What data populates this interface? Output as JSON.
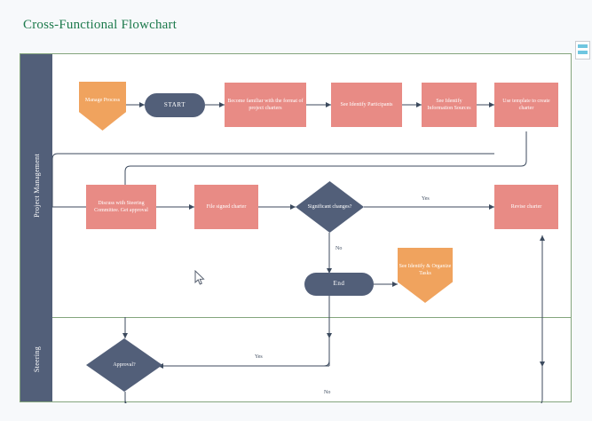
{
  "page": {
    "title": "Cross-Functional Flowchart",
    "title_color": "#1d7a4c",
    "background": "#f7f9fb"
  },
  "widget": {
    "name": "panel-icon",
    "bars": 2,
    "bar_color": "#6fc6e0"
  },
  "palette": {
    "process": "#e88b85",
    "terminator": "#525f79",
    "decision": "#525f79",
    "offpage": "#f0a35e",
    "lane_header": "#525f79",
    "lane_border": "#84a57d",
    "connector": "#3c4a5e",
    "canvas": "#ffffff"
  },
  "lanes": [
    {
      "label": "Project Management"
    },
    {
      "label": "Steering"
    }
  ],
  "chart_data": {
    "type": "diagram",
    "title": "Cross-Functional Flowchart",
    "nodes": [
      {
        "id": "manage-process",
        "label": "Manage Process",
        "shape": "offpage",
        "lane": "Project Management"
      },
      {
        "id": "start",
        "label": "START",
        "shape": "terminator",
        "lane": "Project Management"
      },
      {
        "id": "become-familiar",
        "label": "Become familiar with the format of project charters",
        "shape": "process",
        "lane": "Project Management"
      },
      {
        "id": "see-identify-participants",
        "label": "See Identify Participants",
        "shape": "process",
        "lane": "Project Management"
      },
      {
        "id": "see-identify-information-sources",
        "label": "See Identify Information Sources",
        "shape": "process",
        "lane": "Project Management"
      },
      {
        "id": "use-template",
        "label": "Use template to create charter",
        "shape": "process",
        "lane": "Project Management"
      },
      {
        "id": "discuss-steering",
        "label": "Discuss with Steering Committee. Get approval",
        "shape": "process",
        "lane": "Project Management"
      },
      {
        "id": "file-signed",
        "label": "File signed charter",
        "shape": "process",
        "lane": "Project Management"
      },
      {
        "id": "significant-changes",
        "label": "Significant changes?",
        "shape": "decision",
        "lane": "Project Management"
      },
      {
        "id": "revise-charter",
        "label": "Revise charter",
        "shape": "process",
        "lane": "Project Management"
      },
      {
        "id": "end",
        "label": "End",
        "shape": "terminator",
        "lane": "Project Management"
      },
      {
        "id": "see-identify-organize",
        "label": "See Identify & Organize Tasks",
        "shape": "offpage",
        "lane": "Project Management"
      },
      {
        "id": "approval",
        "label": "Approval?",
        "shape": "decision",
        "lane": "Steering"
      }
    ],
    "edges": [
      {
        "from": "manage-process",
        "to": "start",
        "label": ""
      },
      {
        "from": "start",
        "to": "become-familiar",
        "label": ""
      },
      {
        "from": "become-familiar",
        "to": "see-identify-participants",
        "label": ""
      },
      {
        "from": "see-identify-participants",
        "to": "see-identify-information-sources",
        "label": ""
      },
      {
        "from": "see-identify-information-sources",
        "to": "use-template",
        "label": ""
      },
      {
        "from": "use-template",
        "to": "discuss-steering",
        "label": ""
      },
      {
        "from": "discuss-steering",
        "to": "file-signed",
        "label": ""
      },
      {
        "from": "file-signed",
        "to": "significant-changes",
        "label": ""
      },
      {
        "from": "significant-changes",
        "to": "revise-charter",
        "label": "Yes"
      },
      {
        "from": "significant-changes",
        "to": "end",
        "label": "No"
      },
      {
        "from": "end",
        "to": "see-identify-organize",
        "label": ""
      },
      {
        "from": "end",
        "to": "approval",
        "label": ""
      },
      {
        "from": "approval",
        "to": "end",
        "label": "Yes"
      },
      {
        "from": "approval",
        "to": "revise-charter",
        "label": "No"
      },
      {
        "from": "revise-charter",
        "to": "discuss-steering",
        "label": ""
      }
    ],
    "edge_labels": [
      {
        "id": "yes-significant",
        "text": "Yes"
      },
      {
        "id": "no-significant",
        "text": "No"
      },
      {
        "id": "yes-approval",
        "text": "Yes"
      },
      {
        "id": "no-approval",
        "text": "No"
      }
    ]
  }
}
